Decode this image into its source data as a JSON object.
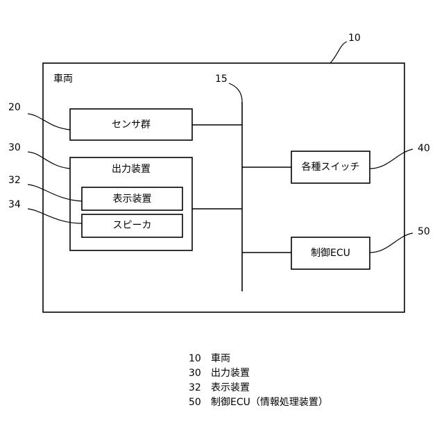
{
  "diagram": {
    "vehicle": {
      "ref": "10",
      "label": "車両"
    },
    "bus": {
      "ref": "15"
    },
    "sensors": {
      "ref": "20",
      "label": "センサ群"
    },
    "output_device": {
      "ref": "30",
      "label": "出力装置"
    },
    "display_device": {
      "ref": "32",
      "label": "表示装置"
    },
    "speaker": {
      "ref": "34",
      "label": "スピーカ"
    },
    "switches": {
      "ref": "40",
      "label": "各種スイッチ"
    },
    "control_ecu": {
      "ref": "50",
      "label": "制御ECU"
    }
  },
  "legend": [
    {
      "num": "10",
      "text": "車両"
    },
    {
      "num": "30",
      "text": "出力装置"
    },
    {
      "num": "32",
      "text": "表示装置"
    },
    {
      "num": "50",
      "text": "制御ECU（情報処理装置）"
    }
  ]
}
